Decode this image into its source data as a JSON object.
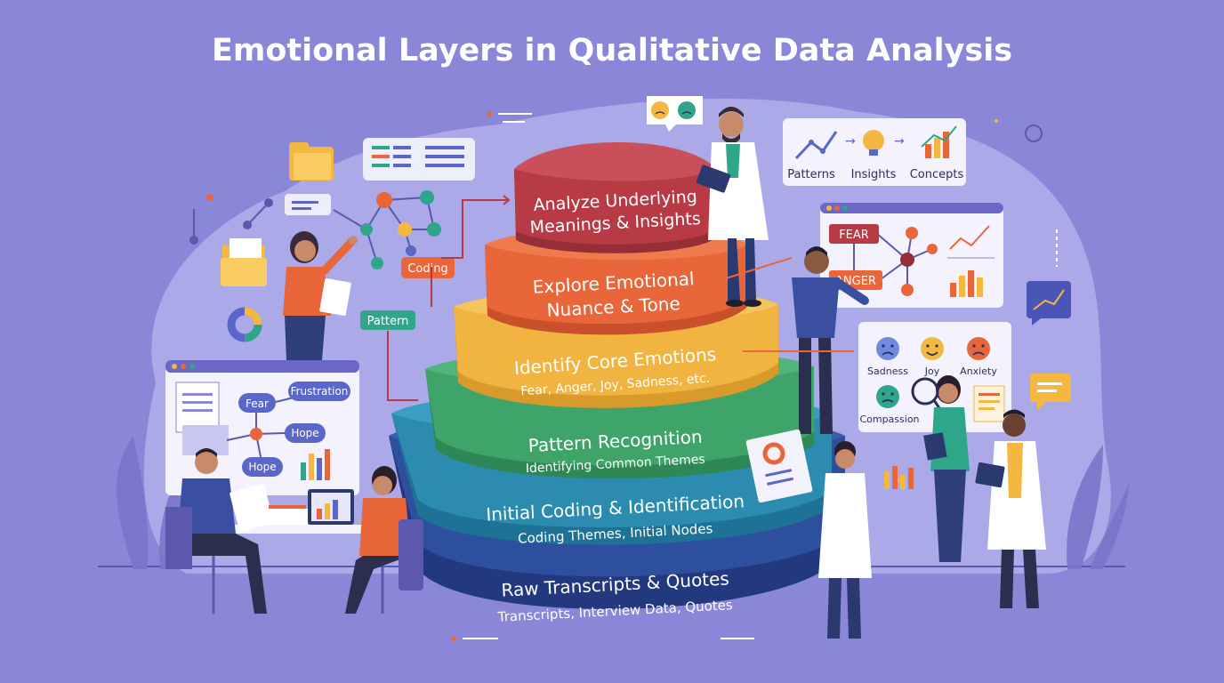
{
  "title": "Emotional Layers in Qualitative Data Analysis",
  "layers": [
    {
      "title_line1": "Analyze Underlying",
      "title_line2": "Meanings & Insights",
      "color": "#B83A45"
    },
    {
      "title_line1": "Explore Emotional",
      "title_line2": "Nuance & Tone",
      "color": "#E8663A"
    },
    {
      "title": "Identify Core Emotions",
      "subtitle": "Fear, Anger, Joy, Sadness, etc.",
      "color": "#F2B441"
    },
    {
      "title": "Pattern Recognition",
      "subtitle": "Identifying Common Themes",
      "color": "#3FA46A"
    },
    {
      "title": "Initial Coding & Identification",
      "subtitle": "Coding Themes, Initial Nodes",
      "color": "#2B8CB0"
    },
    {
      "title": "Raw Transcripts & Quotes",
      "subtitle": "Transcripts, Interview Data, Quotes",
      "color": "#2E4E9E"
    }
  ],
  "labels": {
    "coding": "Coding",
    "pattern": "Pattern"
  },
  "top_panel": {
    "patterns": "Patterns",
    "insights": "Insights",
    "concepts": "Concepts"
  },
  "emotion_network": {
    "fear": "FEAR",
    "anger": "ANGER"
  },
  "emotion_panel": {
    "sadness": "Sadness",
    "joy": "Joy",
    "anxiety": "Anxiety",
    "compassion": "Compassion"
  },
  "left_panel": {
    "fear": "Fear",
    "frustration": "Frustration",
    "hope1": "Hope",
    "hope2": "Hope"
  },
  "colors": {
    "background": "#8A86D8",
    "accent": "#E8663A",
    "node_teal": "#2FA58A"
  }
}
